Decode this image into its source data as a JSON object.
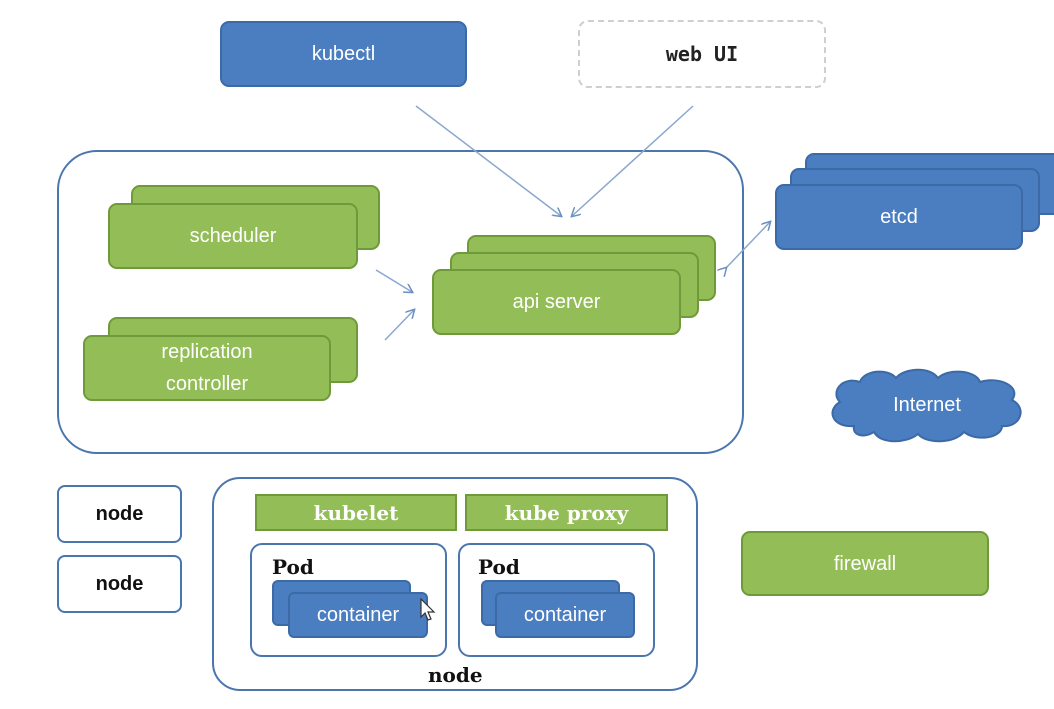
{
  "kubectl_label": "kubectl",
  "webui_label": "web UI",
  "etcd_label": "etcd",
  "internet_label": "Internet",
  "firewall_label": "firewall",
  "master": {
    "scheduler_label": "scheduler",
    "replication_line1": "replication",
    "replication_line2": "controller",
    "api_server_label": "api server"
  },
  "side_nodes": [
    "node",
    "node"
  ],
  "worker_node": {
    "kubelet_label": "kubelet",
    "kube_proxy_label": "kube proxy",
    "pods": [
      {
        "label": "Pod",
        "container_label": "container"
      },
      {
        "label": "Pod",
        "container_label": "container"
      }
    ],
    "node_label": "node"
  }
}
